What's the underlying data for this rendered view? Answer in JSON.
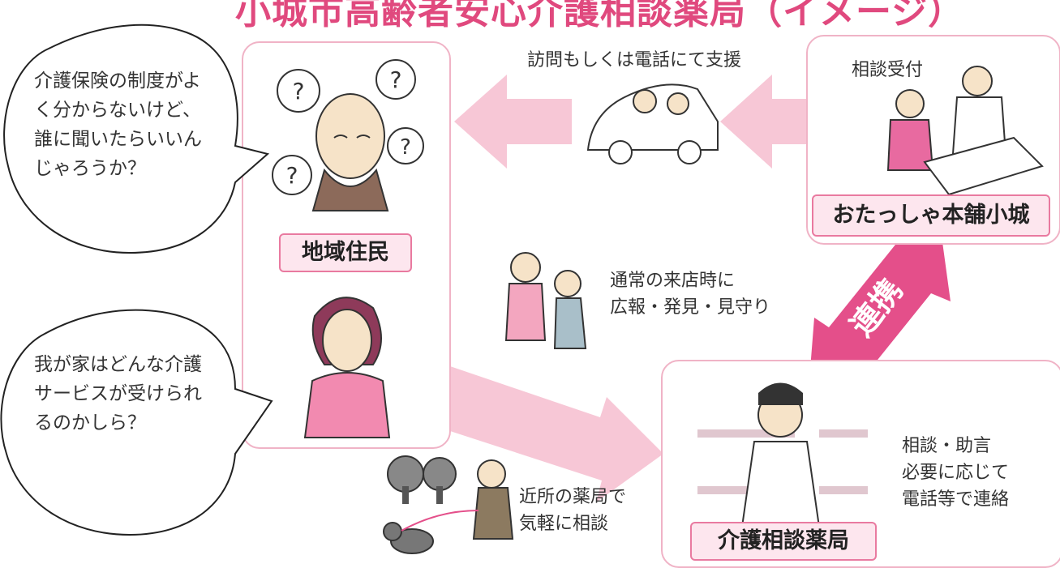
{
  "title": "小城市高齢者安心介護相談薬局（イメージ）",
  "colors": {
    "accent_pink": "#e0497e",
    "arrow_pink": "#f7c7d6",
    "panel_border": "#f0b3c6",
    "label_bg": "#fde6ee"
  },
  "bubbles": {
    "top": [
      "介護保険の制度がよ",
      "く分からないけど、",
      "誰に聞いたらいいん",
      "じゃろうか？"
    ],
    "bottom": [
      "我が家はどんな介護",
      "サービスが受けられ",
      "るのかしら？"
    ]
  },
  "panels": {
    "residents": {
      "label": "地域住民"
    },
    "otassha": {
      "label": "おたっしゃ本舗小城",
      "caption": "相談受付"
    },
    "pharmacy": {
      "label": "介護相談薬局"
    }
  },
  "captions": {
    "visit": "訪問もしくは電話にて支援",
    "store": [
      "通常の来店時に",
      "広報・発見・見守り"
    ],
    "nearby": [
      "近所の薬局で",
      "気軽に相談"
    ],
    "advice": [
      "相談・助言",
      "必要に応じて",
      "電話等で連絡"
    ],
    "cooperation": "連携"
  },
  "icons": [
    "question-icon",
    "car-icon",
    "tree-icon",
    "dog-icon"
  ]
}
